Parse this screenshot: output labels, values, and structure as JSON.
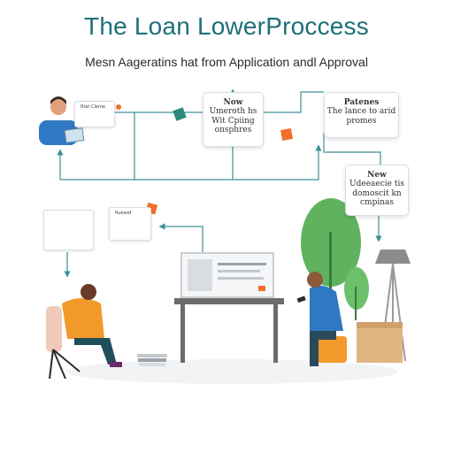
{
  "title": "The Loan LowerProccess",
  "subtitle": "Mesn Aageratins hat from Application andl Approval",
  "callouts": [
    {
      "heading": "Now",
      "body": "Umeroth hs\nWit Cpiing\nonsphres"
    },
    {
      "heading": "Patenes",
      "body": "The lance to arid\npromes"
    },
    {
      "heading": "New",
      "body": "Udeeaecie tis\ndomoscit kn\ncmpinas"
    }
  ],
  "cards": [
    {
      "label": "Rtat Cleme"
    },
    {
      "label": "Ruewid"
    },
    {
      "label": ""
    }
  ],
  "colors": {
    "title": "#1f6f78",
    "connector": "#3f8f96",
    "accent_teal": "#2a8a7a",
    "accent_orange": "#f0702a",
    "plant_green": "#5fb35f",
    "lamp": "#8b8b8b",
    "box": "#e0b582"
  },
  "icons": [
    "diamond-marker-icon",
    "arrow-icon",
    "plant-icon",
    "floor-lamp-icon"
  ]
}
